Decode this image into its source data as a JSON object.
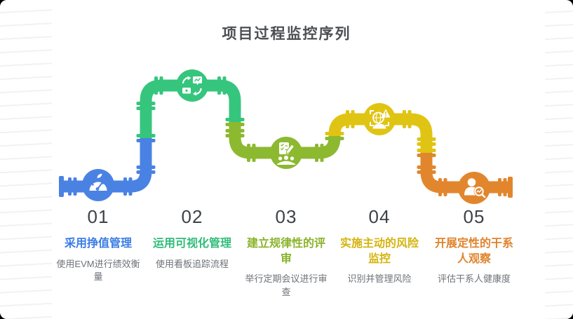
{
  "page_title": "项目过程监控序列",
  "palette": {
    "blue": "#4a82e4",
    "green": "#36c57d",
    "olive": "#8cb930",
    "yellow": "#e0c414",
    "orange": "#e2862e",
    "title_blue": "#3b7de4",
    "title_green": "#2fbd78",
    "title_olive": "#8ab32b",
    "title_yellow": "#d5b40f",
    "title_orange": "#e0832c",
    "heading": "#4b4f55",
    "number": "#3e4247",
    "desc": "#6e7277",
    "stripe": "#f1f2f4"
  },
  "steps": [
    {
      "number": "01",
      "title": "采用挣值管理",
      "description": "使用EVM进行绩效衡量",
      "icon": "gauge-icon",
      "color_key": "blue"
    },
    {
      "number": "02",
      "title": "运用可视化管理",
      "description": "使用看板追踪流程",
      "icon": "screens-sync-icon",
      "color_key": "green"
    },
    {
      "number": "03",
      "title": "建立规律性的评审",
      "description": "举行定期会议进行审查",
      "icon": "review-checklist-icon",
      "color_key": "olive"
    },
    {
      "number": "04",
      "title": "实施主动的风险监控",
      "description": "识别并管理风险",
      "icon": "risk-radar-icon",
      "color_key": "yellow"
    },
    {
      "number": "05",
      "title": "开展定性的干系人观察",
      "description": "评估干系人健康度",
      "icon": "stakeholder-observe-icon",
      "color_key": "orange"
    }
  ]
}
